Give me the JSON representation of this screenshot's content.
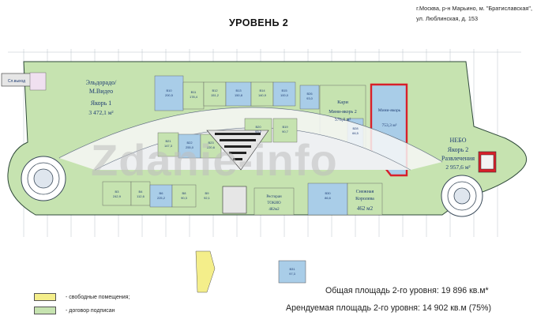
{
  "header": {
    "title": "УРОВЕНЬ 2",
    "address_line1": "г.Москва, р-н Марьино, м. \"Братиславская\",",
    "address_line2": "ул. Люблинская, д. 153"
  },
  "watermark": "Zdanie-info",
  "plan": {
    "anchor1": {
      "line1": "Эльдорадо/",
      "line2": "М.Видео",
      "line3": "Якорь 1",
      "area": "3 472,1 м²"
    },
    "mini_anchor_kari": {
      "line1": "Кари",
      "line2": "Мини-якорь 2",
      "area": "576,0 м²"
    },
    "mini_anchor_free": {
      "line1": "Мини-якорь",
      "area": "753,3 м²"
    },
    "anchor2": {
      "line1": "НЕБО",
      "line2": "Якорь 2",
      "line3": "Развлечения",
      "area": "2 957,6 м²"
    },
    "restaurant": {
      "line1": "Ресторан",
      "line2": "ТОКИО",
      "area": "482м2"
    },
    "snow_queen": {
      "line1": "Снежная",
      "line2": "Королева",
      "area": "462 м2"
    },
    "service": "Сл.выход",
    "units": [
      {
        "code": "B10",
        "area": "200,5"
      },
      {
        "code": "B11",
        "area": "178,4"
      },
      {
        "code": "B12",
        "area": "151,2"
      },
      {
        "code": "B13",
        "area": "150,8"
      },
      {
        "code": "B14",
        "area": "140,9"
      },
      {
        "code": "B15",
        "area": "100,0"
      },
      {
        "code": "B19",
        "area": "90,7"
      },
      {
        "code": "B20",
        "area": "93,2"
      },
      {
        "code": "B21",
        "area": "147,3"
      },
      {
        "code": "B22",
        "area": "255,0"
      },
      {
        "code": "B23",
        "area": "220,6"
      },
      {
        "code": "B3",
        "area": "242,9"
      },
      {
        "code": "B4",
        "area": "112,6"
      },
      {
        "code": "B6",
        "area": "225,2"
      },
      {
        "code": "B8",
        "area": "90,3"
      },
      {
        "code": "B9",
        "area": "92,1"
      },
      {
        "code": "B26",
        "area": "93,0"
      },
      {
        "code": "B28",
        "area": "66,5"
      },
      {
        "code": "B30",
        "area": "86,6"
      },
      {
        "code": "B31",
        "area": "97,3"
      }
    ]
  },
  "legend": {
    "free": "- свободные помещения;",
    "signed": "- договор подписан"
  },
  "totals": {
    "total_area": "Общая площадь 2-го уровня: 19 896 кв.м*",
    "rentable_area": "Арендуемая площадь 2-го уровня: 14 902 кв.м (75%)"
  },
  "colors": {
    "signed": "#c6e3b0",
    "free": "#f4ee8a",
    "blue": "#a9cde8",
    "highlight": "#d8202a",
    "text_blue": "#1f3d73"
  }
}
